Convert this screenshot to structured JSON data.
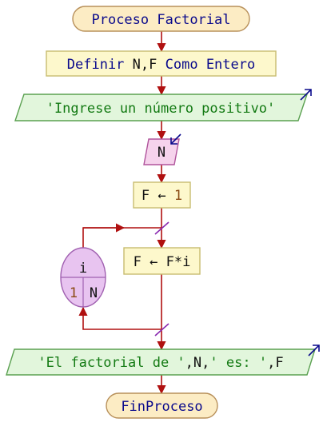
{
  "colors": {
    "line": "#b01010",
    "terminal_fill": "#fcecc4",
    "terminal_stroke": "#b8905a",
    "process_fill": "#fdf8cc",
    "process_stroke": "#c8bc70",
    "io_output_fill": "#e2f6dc",
    "io_output_stroke": "#5aa050",
    "io_input_fill": "#f6d3ec",
    "io_input_stroke": "#b0549c",
    "loop_fill": "#e8c4f0",
    "loop_stroke": "#a060b0",
    "keyword": "#0a0a8c",
    "string": "#137a13",
    "number": "#8a4a14",
    "variable": "#111111",
    "arrow_icon": "#0a0a8c"
  },
  "flow": {
    "start": {
      "keyword": "Proceso",
      "name": "Factorial"
    },
    "define": {
      "keyword1": "Definir",
      "vars": "N,F",
      "keyword2": "Como Entero"
    },
    "prompt": {
      "text": "'Ingrese un número positivo'",
      "icon": "output-arrow-icon"
    },
    "read": {
      "var": "N",
      "icon": "input-arrow-icon"
    },
    "assign_init": {
      "target": "F",
      "arrow": "←",
      "value": "1"
    },
    "loop": {
      "var": "i",
      "from": "1",
      "to": "N"
    },
    "assign_loop": {
      "text": "F ← F*i"
    },
    "result": {
      "str1": "'El factorial de '",
      "sep1": ",",
      "var1": "N",
      "sep2": ",",
      "str2": "' es: '",
      "sep3": ",",
      "var2": "F",
      "icon": "output-arrow-icon"
    },
    "end": {
      "keyword": "FinProceso"
    }
  }
}
